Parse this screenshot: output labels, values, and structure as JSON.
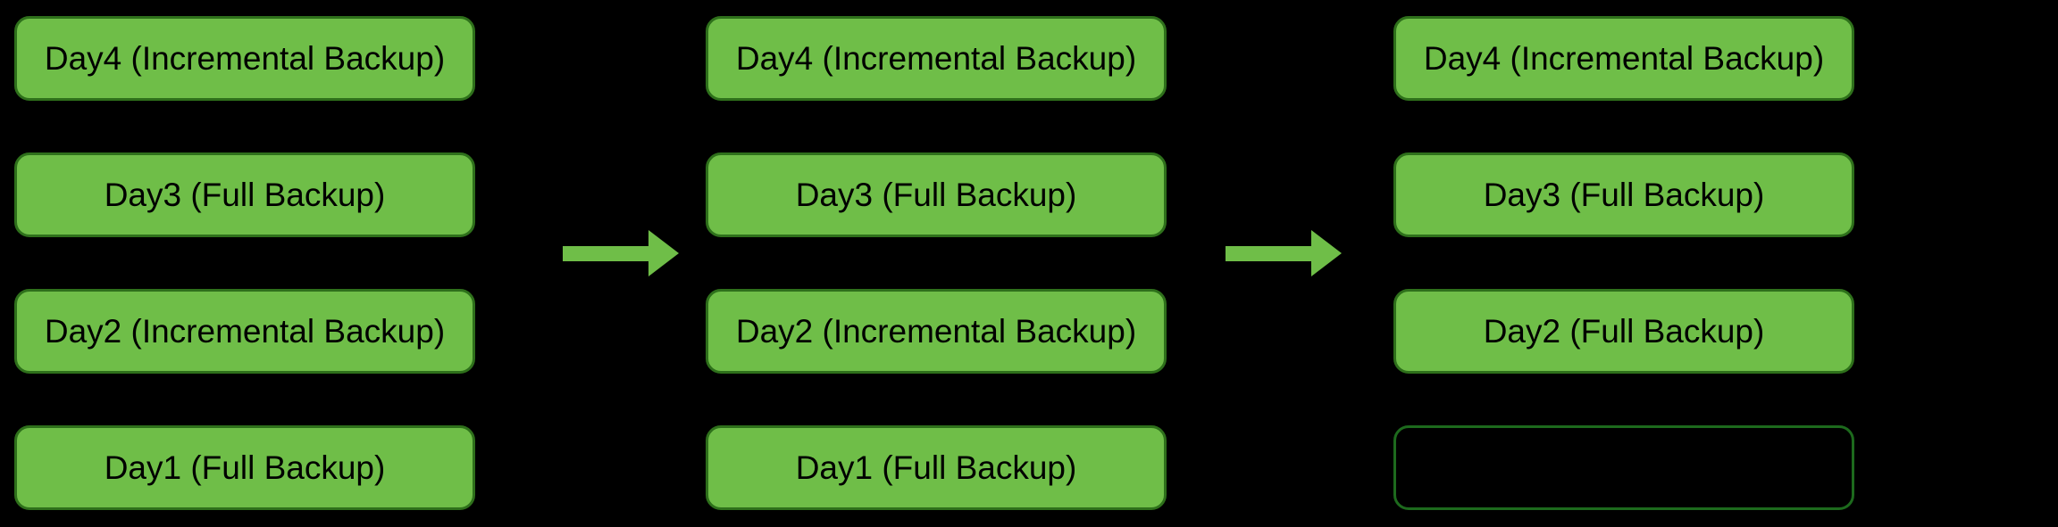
{
  "diagram": {
    "description": "Backup strategy diagram: three stages of Day1-Day4 backup sets separated by right arrows; final stage has Day2 consolidated to a full backup and Day1 removed (empty slot)",
    "colors": {
      "background": "#000000",
      "box_fill": "#6FBE48",
      "box_border": "#2E701B",
      "empty_box_border": "#1D6A1D",
      "arrow_color": "#6FBE48",
      "text_color": "#000000"
    },
    "columns": [
      {
        "name": "stage-1",
        "boxes": [
          {
            "label": "Day4 (Incremental Backup)"
          },
          {
            "label": "Day3 (Full Backup)"
          },
          {
            "label": "Day2 (Incremental Backup)"
          },
          {
            "label": "Day1 (Full Backup)"
          }
        ]
      },
      {
        "name": "stage-2",
        "boxes": [
          {
            "label": "Day4 (Incremental Backup)"
          },
          {
            "label": "Day3 (Full Backup)"
          },
          {
            "label": "Day2 (Incremental Backup)"
          },
          {
            "label": "Day1 (Full Backup)"
          }
        ]
      },
      {
        "name": "stage-3",
        "boxes": [
          {
            "label": "Day4 (Incremental Backup)"
          },
          {
            "label": "Day3 (Full Backup)"
          },
          {
            "label": "Day2 (Full Backup)"
          },
          {
            "label": "",
            "empty": true
          }
        ]
      }
    ],
    "arrows": [
      {
        "name": "arrow-stage1-to-stage2",
        "direction": "right"
      },
      {
        "name": "arrow-stage2-to-stage3",
        "direction": "right"
      }
    ]
  }
}
